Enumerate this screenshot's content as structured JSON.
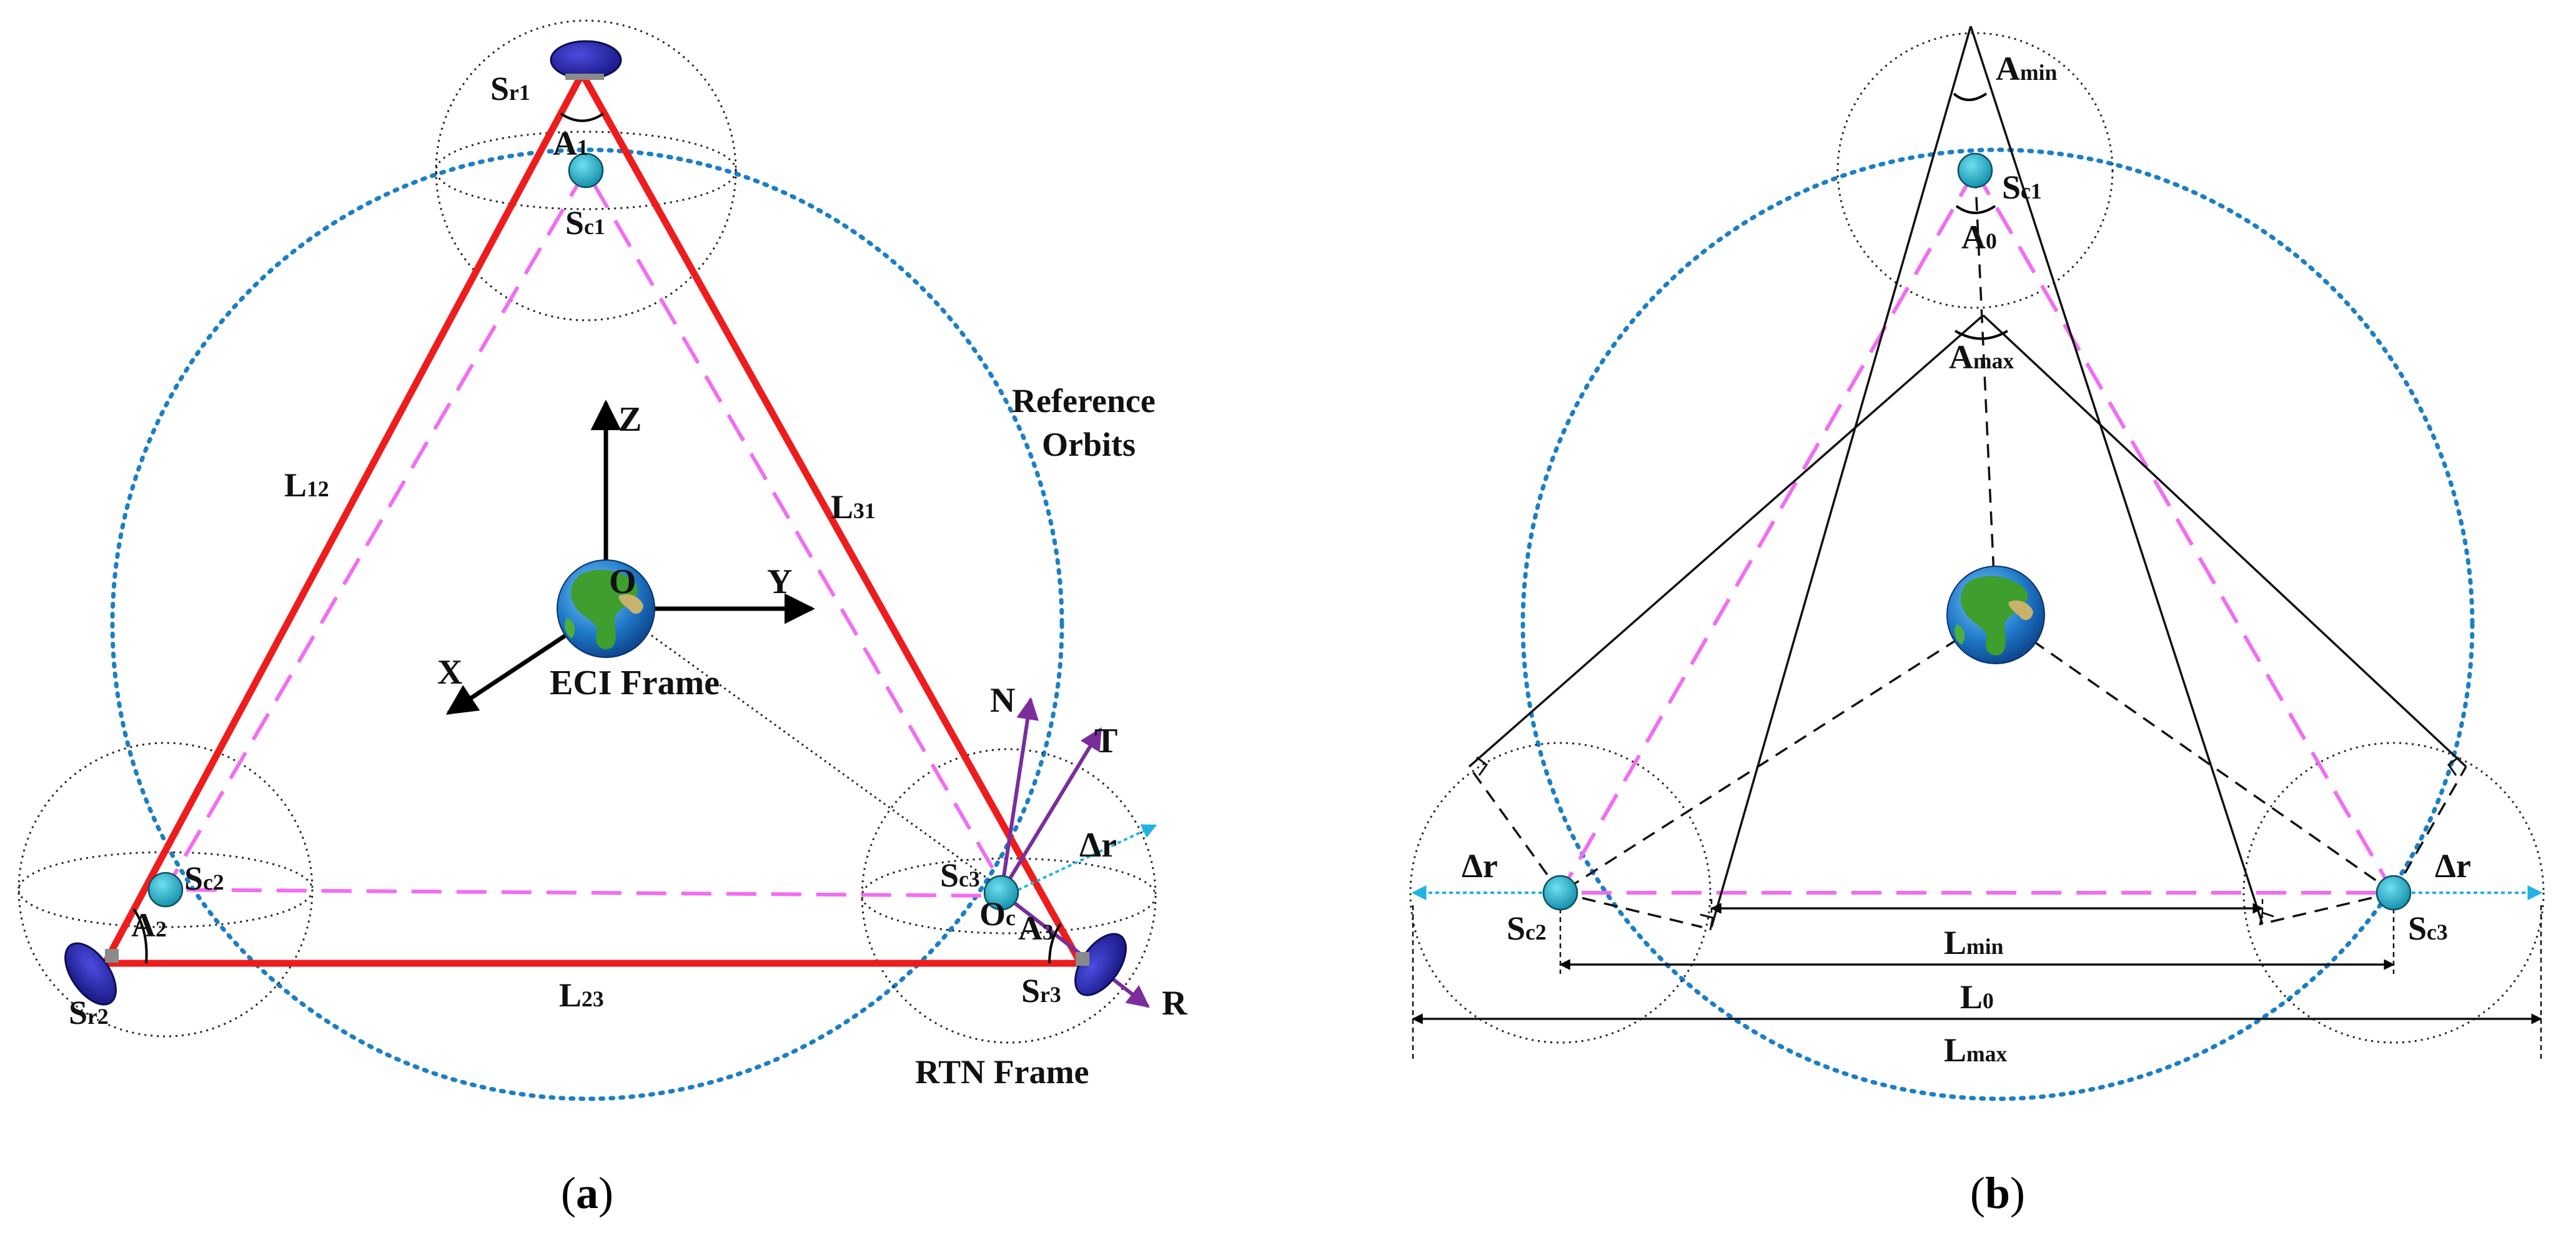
{
  "colors": {
    "side": "#ee1c1c",
    "reference_orbit": "#1b7fc4",
    "nominal_triangle": "#f26df2",
    "satellite_center": "#17a3bf",
    "antenna": "#1f1f9e",
    "rtn_axes": "#7b2d9b",
    "delta_r": "#22b3e3"
  },
  "icons": {
    "earth": "earth-globe-icon",
    "sat_center": "satellite-sphere-icon",
    "sat_real": "satellite-dish-icon"
  },
  "panel_a": {
    "caption": {
      "open": "(",
      "letter": "a",
      "close": ")"
    },
    "reference_orbits": [
      "Reference",
      "Orbits"
    ],
    "eci": {
      "z": "Z",
      "y": "Y",
      "x": "X",
      "origin": "O",
      "frame": "ECI Frame"
    },
    "rtn": {
      "n": "N",
      "t": "T",
      "r": "R",
      "frame": "RTN Frame"
    },
    "oc": {
      "main": "O",
      "sub": "c"
    },
    "delta_r": "Δr",
    "sides": {
      "l12": {
        "main": "L",
        "sub": "12"
      },
      "l31": {
        "main": "L",
        "sub": "31"
      },
      "l23": {
        "main": "L",
        "sub": "23"
      }
    },
    "angles": {
      "a1": {
        "main": "A",
        "sub": "1"
      },
      "a2": {
        "main": "A",
        "sub": "2"
      },
      "a3": {
        "main": "A",
        "sub": "3"
      }
    },
    "sats": {
      "sr1": {
        "main": "S",
        "sub": "r1"
      },
      "sr2": {
        "main": "S",
        "sub": "r2"
      },
      "sr3": {
        "main": "S",
        "sub": "r3"
      },
      "sc1": {
        "main": "S",
        "sub": "c1"
      },
      "sc2": {
        "main": "S",
        "sub": "c2"
      },
      "sc3": {
        "main": "S",
        "sub": "c3"
      }
    }
  },
  "panel_b": {
    "caption": {
      "open": "(",
      "letter": "b",
      "close": ")"
    },
    "amin": {
      "main": "A",
      "sub": "min"
    },
    "a0": {
      "main": "A",
      "sub": "0"
    },
    "amax": {
      "main": "A",
      "sub": "max"
    },
    "sc1": {
      "main": "S",
      "sub": "c1"
    },
    "sc2": {
      "main": "S",
      "sub": "c2"
    },
    "sc3": {
      "main": "S",
      "sub": "c3"
    },
    "delta_r_left": "Δr",
    "delta_r_right": "Δr",
    "lmin": {
      "main": "L",
      "sub": "min"
    },
    "l0": {
      "main": "L",
      "sub": "0"
    },
    "lmax": {
      "main": "L",
      "sub": "max"
    }
  }
}
